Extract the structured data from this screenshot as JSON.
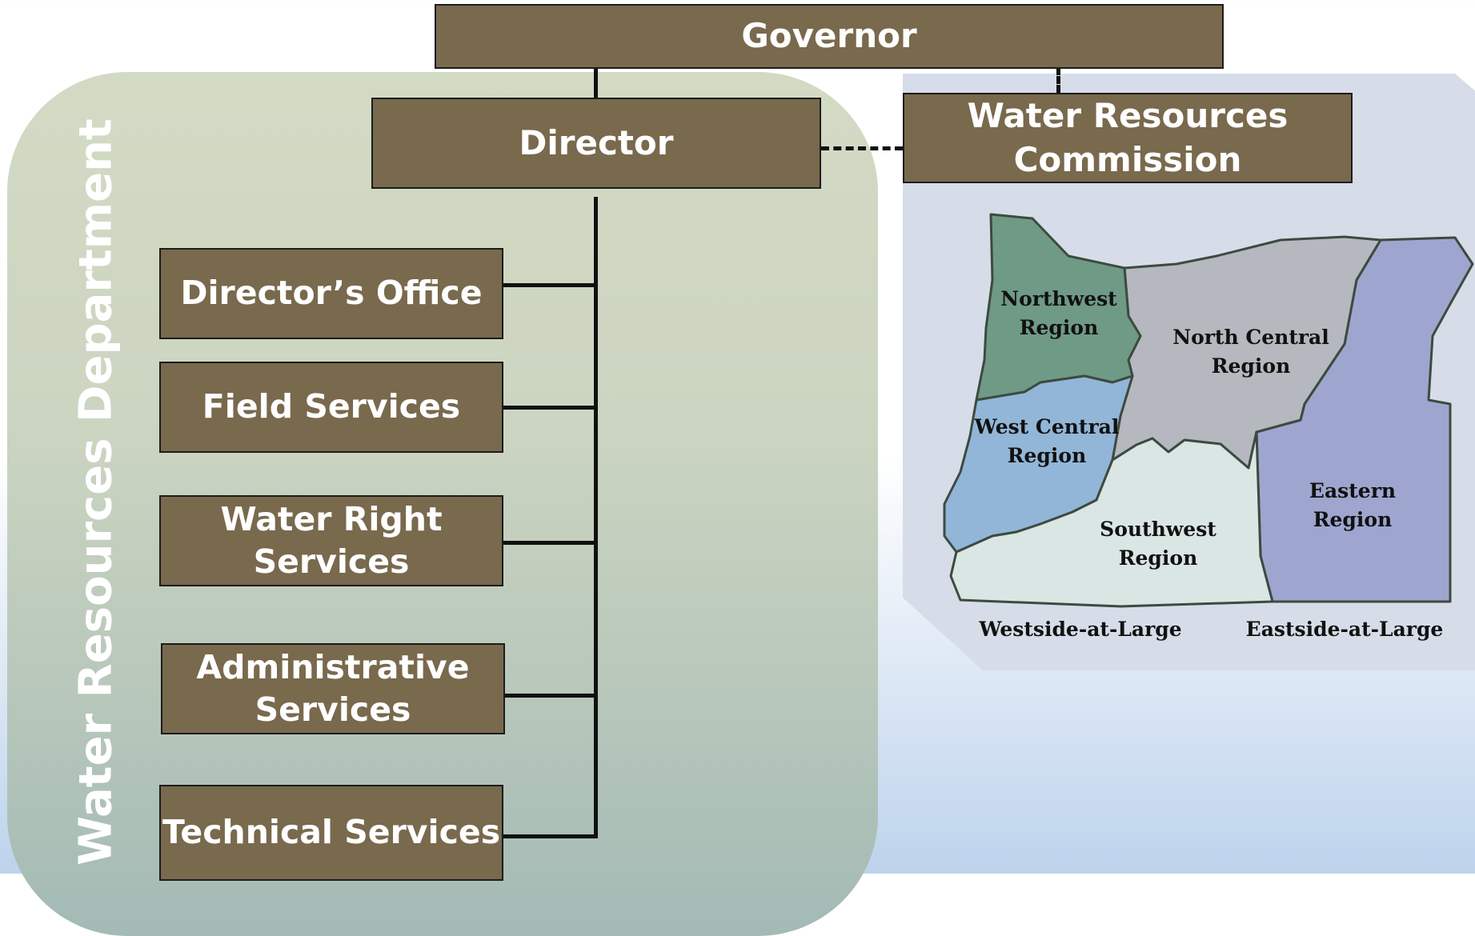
{
  "department_label": "Water Resources Department",
  "governor": "Governor",
  "director": "Director",
  "commission": "Water Resources\nCommission",
  "divisions": [
    "Director’s Office",
    "Field Services",
    "Water Right\nServices",
    "Administrative\nServices",
    "Technical Services"
  ],
  "map": {
    "regions": [
      {
        "name": "Northwest\nRegion",
        "color": "#6f9a86"
      },
      {
        "name": "North Central\nRegion",
        "color": "#b5b8bf"
      },
      {
        "name": "West Central\nRegion",
        "color": "#92b6d8"
      },
      {
        "name": "Southwest\nRegion",
        "color": "#d9e6e4"
      },
      {
        "name": "Eastern\nRegion",
        "color": "#9ea6cf"
      }
    ],
    "at_large": [
      "Westside-at-Large",
      "Eastside-at-Large"
    ]
  },
  "colors": {
    "box_fill": "#79694d",
    "box_border": "#1c1c1c",
    "box_text": "#ffffff",
    "department_panel": "#ccd5c1",
    "map_panel": "#d6dde8"
  }
}
